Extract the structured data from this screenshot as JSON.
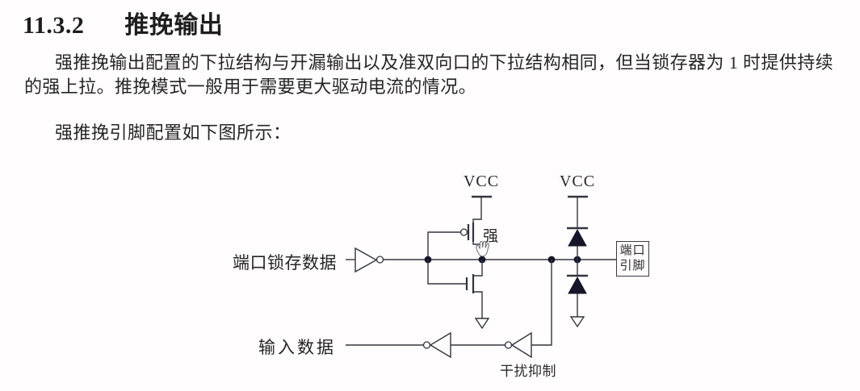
{
  "page": {
    "section_number": "11.3.2",
    "section_title": "推挽输出",
    "paragraph_lines": [
      "强推挽输出配置的下拉结构与开漏输出以及准双向口的下拉结构相同，但当锁存器为 1 时提供持续",
      "的强上拉。推挽模式一般用于需要更大驱动电流的情况。"
    ],
    "figure_caption": "强推挽引脚配置如下图所示："
  },
  "diagram": {
    "vcc_label_1": "VCC",
    "vcc_label_2": "VCC",
    "strong_pullup_label": "强",
    "port_latch_data_label": "端口锁存数据",
    "input_data_label": "输入数据",
    "noise_suppression_label": "干扰抑制",
    "port_pin_box": {
      "line1": "端口",
      "line2": "引脚"
    },
    "icons": {
      "cursor": "hand-cursor"
    },
    "colors": {
      "line": "#34343e",
      "fill": "#16162a",
      "text": "#1e1e1e",
      "background": "#fffdfe"
    }
  }
}
